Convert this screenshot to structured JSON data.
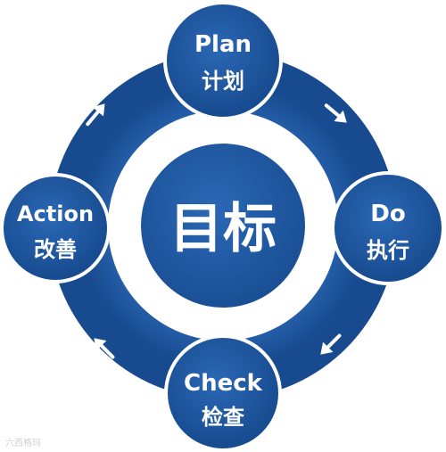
{
  "center": {
    "label": "目标"
  },
  "nodes": {
    "plan": {
      "en": "Plan",
      "zh": "计划"
    },
    "do": {
      "en": "Do",
      "zh": "执行"
    },
    "check": {
      "en": "Check",
      "zh": "检查"
    },
    "action": {
      "en": "Action",
      "zh": "改善"
    }
  },
  "watermark": "六西格玛",
  "colors": {
    "primary": "#1f5aa6",
    "ring_dark": "#174a8e",
    "arrow": "#ffffff",
    "background": "#ffffff"
  }
}
